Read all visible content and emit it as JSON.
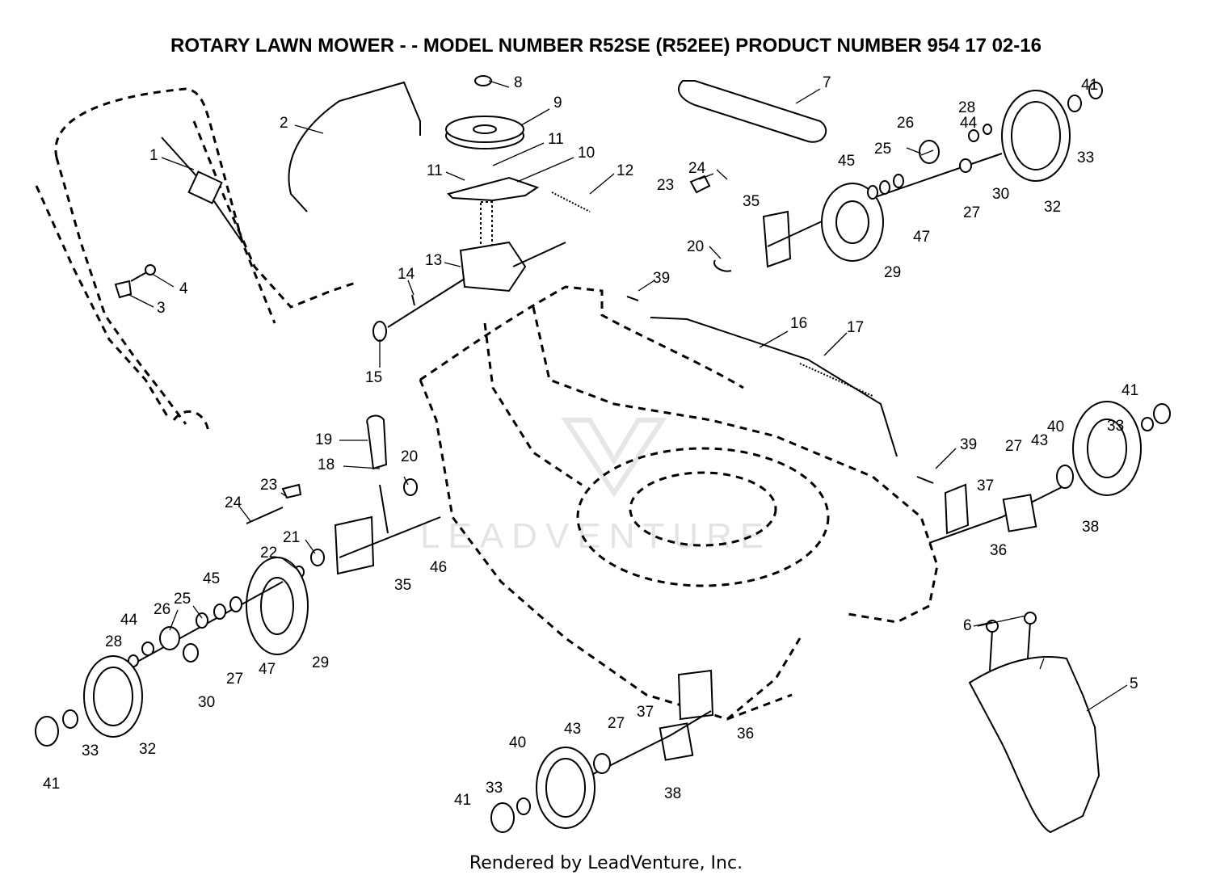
{
  "title": "ROTARY LAWN MOWER - - MODEL NUMBER R52SE (R52EE) PRODUCT NUMBER 954 17 02-16",
  "footer": "Rendered by LeadVenture, Inc.",
  "watermark": "LEADVENTURE",
  "colors": {
    "ink": "#000000",
    "paper": "#ffffff",
    "watermark": "#e4e4e4"
  },
  "callouts": [
    {
      "id": "c1",
      "text": "1"
    },
    {
      "id": "c2",
      "text": "2"
    },
    {
      "id": "c3",
      "text": "3"
    },
    {
      "id": "c4",
      "text": "4"
    },
    {
      "id": "c5",
      "text": "5"
    },
    {
      "id": "c6",
      "text": "6"
    },
    {
      "id": "c7",
      "text": "7"
    },
    {
      "id": "c8",
      "text": "8"
    },
    {
      "id": "c9",
      "text": "9"
    },
    {
      "id": "c10",
      "text": "10"
    },
    {
      "id": "c11a",
      "text": "11"
    },
    {
      "id": "c11b",
      "text": "11"
    },
    {
      "id": "c12",
      "text": "12"
    },
    {
      "id": "c13",
      "text": "13"
    },
    {
      "id": "c14",
      "text": "14"
    },
    {
      "id": "c15",
      "text": "15"
    },
    {
      "id": "c16",
      "text": "16"
    },
    {
      "id": "c17",
      "text": "17"
    },
    {
      "id": "c18",
      "text": "18"
    },
    {
      "id": "c19",
      "text": "19"
    },
    {
      "id": "c20a",
      "text": "20"
    },
    {
      "id": "c20b",
      "text": "20"
    },
    {
      "id": "c21",
      "text": "21"
    },
    {
      "id": "c22",
      "text": "22"
    },
    {
      "id": "c23a",
      "text": "23"
    },
    {
      "id": "c23b",
      "text": "23"
    },
    {
      "id": "c24a",
      "text": "24"
    },
    {
      "id": "c24b",
      "text": "24"
    },
    {
      "id": "c25a",
      "text": "25"
    },
    {
      "id": "c25b",
      "text": "25"
    },
    {
      "id": "c26a",
      "text": "26"
    },
    {
      "id": "c26b",
      "text": "26"
    },
    {
      "id": "c27a",
      "text": "27"
    },
    {
      "id": "c27b",
      "text": "27"
    },
    {
      "id": "c27c",
      "text": "27"
    },
    {
      "id": "c27d",
      "text": "27"
    },
    {
      "id": "c28a",
      "text": "28"
    },
    {
      "id": "c28b",
      "text": "28"
    },
    {
      "id": "c29a",
      "text": "29"
    },
    {
      "id": "c29b",
      "text": "29"
    },
    {
      "id": "c30a",
      "text": "30"
    },
    {
      "id": "c30b",
      "text": "30"
    },
    {
      "id": "c32a",
      "text": "32"
    },
    {
      "id": "c32b",
      "text": "32"
    },
    {
      "id": "c33a",
      "text": "33"
    },
    {
      "id": "c33b",
      "text": "33"
    },
    {
      "id": "c33c",
      "text": "33"
    },
    {
      "id": "c33d",
      "text": "33"
    },
    {
      "id": "c35a",
      "text": "35"
    },
    {
      "id": "c35b",
      "text": "35"
    },
    {
      "id": "c36a",
      "text": "36"
    },
    {
      "id": "c36b",
      "text": "36"
    },
    {
      "id": "c37a",
      "text": "37"
    },
    {
      "id": "c37b",
      "text": "37"
    },
    {
      "id": "c38a",
      "text": "38"
    },
    {
      "id": "c38b",
      "text": "38"
    },
    {
      "id": "c39a",
      "text": "39"
    },
    {
      "id": "c39b",
      "text": "39"
    },
    {
      "id": "c40a",
      "text": "40"
    },
    {
      "id": "c40b",
      "text": "40"
    },
    {
      "id": "c41a",
      "text": "41"
    },
    {
      "id": "c41b",
      "text": "41"
    },
    {
      "id": "c41c",
      "text": "41"
    },
    {
      "id": "c41d",
      "text": "41"
    },
    {
      "id": "c43a",
      "text": "43"
    },
    {
      "id": "c43b",
      "text": "43"
    },
    {
      "id": "c44a",
      "text": "44"
    },
    {
      "id": "c44b",
      "text": "44"
    },
    {
      "id": "c45a",
      "text": "45"
    },
    {
      "id": "c45b",
      "text": "45"
    },
    {
      "id": "c46",
      "text": "46"
    },
    {
      "id": "c47a",
      "text": "47"
    },
    {
      "id": "c47b",
      "text": "47"
    }
  ]
}
